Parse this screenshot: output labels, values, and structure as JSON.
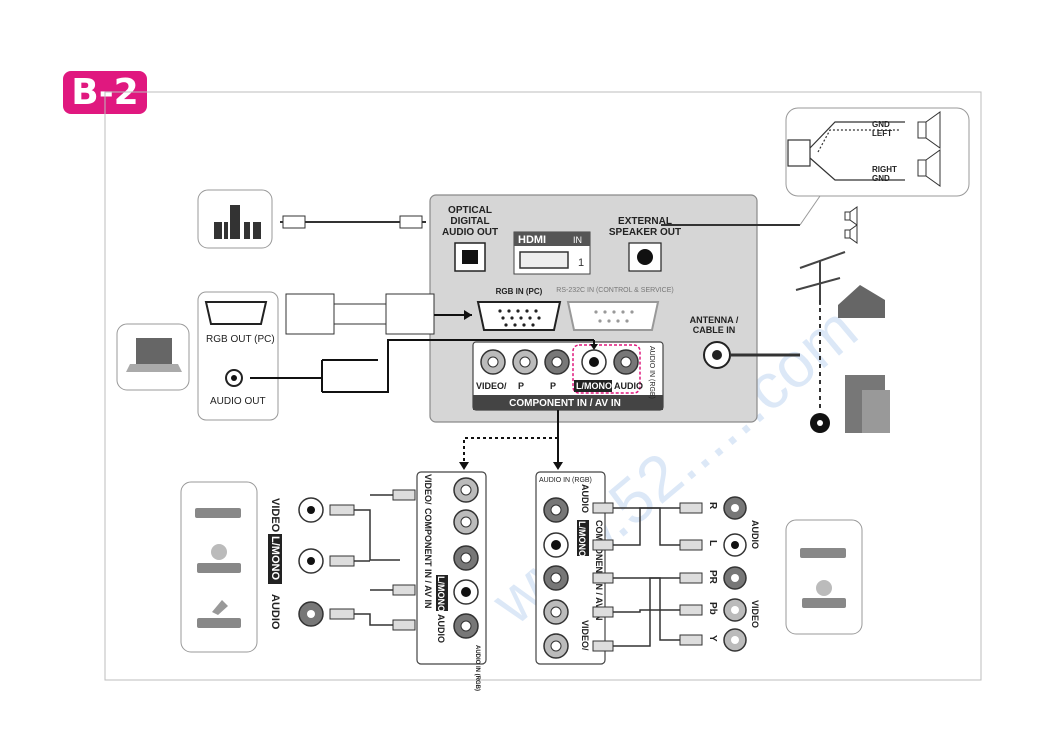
{
  "badge": "B-2",
  "panel": {
    "optical_label": [
      "OPTICAL",
      "DIGITAL",
      "AUDIO OUT"
    ],
    "hdmi_logo": "HDMI",
    "hdmi_in": "IN",
    "hdmi_port_number": "1",
    "speaker_label": [
      "EXTERNAL",
      "SPEAKER OUT"
    ],
    "rgb_in_label": "RGB IN (PC)",
    "rs232_label": "RS-232C IN (CONTROL & SERVICE)",
    "antenna_label": [
      "ANTENNA /",
      "CABLE IN"
    ],
    "jack_labels": [
      "VIDEO/",
      "P",
      "P",
      "L/MONO",
      "AUDIO"
    ],
    "audio_in_rgb_label": "AUDIO IN (RGB)",
    "component_bar_label": "COMPONENT IN / AV IN"
  },
  "speaker_inset": {
    "gnd_left": [
      "GND",
      "LEFT"
    ],
    "right_gnd": [
      "RIGHT",
      "GND"
    ]
  },
  "pc_box": {
    "rgb_out_label": "RGB OUT (PC)",
    "audio_out_label": "AUDIO OUT"
  },
  "av_source_panel": {
    "labels": [
      "VIDEO",
      "L/MONO",
      "AUDIO"
    ]
  },
  "left_strip": {
    "labels": [
      "VIDEO/",
      "COMPONENT IN / AV IN",
      "L/MONO",
      "AUDIO",
      "AUDIO IN (RGB)"
    ]
  },
  "right_strip": {
    "labels": [
      "AUDIO IN (RGB)",
      "AUDIO",
      "L/MONO",
      "COMPONENT IN / AV IN",
      "VIDEO/"
    ]
  },
  "component_source_panel": {
    "audio_labels": [
      "R",
      "L",
      "AUDIO"
    ],
    "video_labels": [
      "PR",
      "Pb",
      "Y",
      "VIDEO"
    ]
  },
  "watermark": "www.52......com"
}
